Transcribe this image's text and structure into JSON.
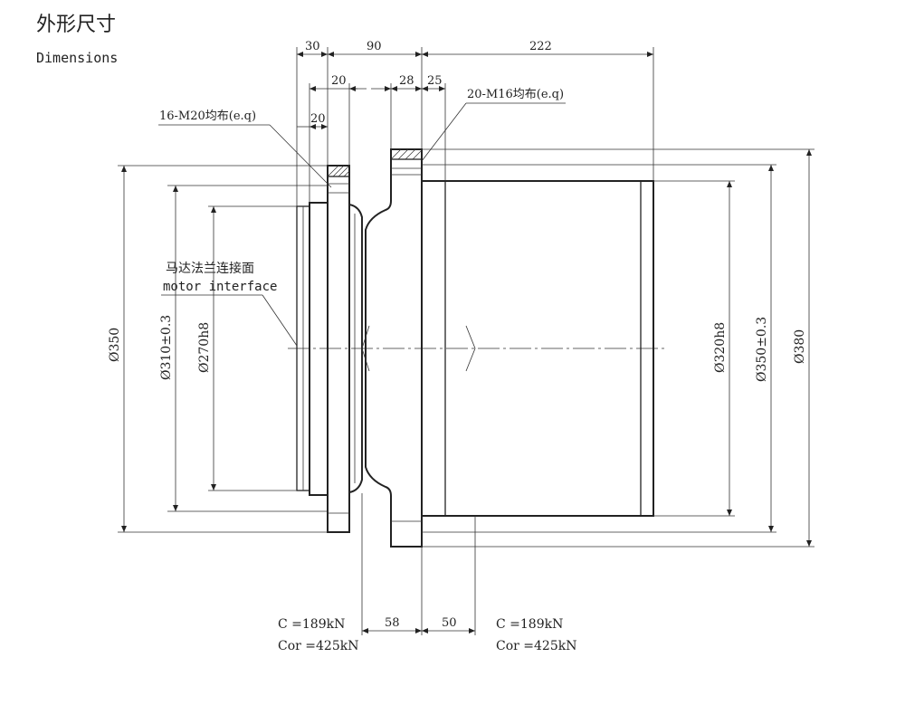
{
  "title": {
    "cn": "外形尺寸",
    "en": "Dimensions"
  },
  "top_dimensions": {
    "d30": "30",
    "d90": "90",
    "d222": "222",
    "d20_upper": "20",
    "d28": "28",
    "d25": "25",
    "d20_lower": "20"
  },
  "bolt_callouts": {
    "left": "16-M20均布(e.q)",
    "right": "20-M16均布(e.q)"
  },
  "motor_interface": {
    "cn": "马达法兰连接面",
    "en": "motor interface"
  },
  "diameters": {
    "left_outer": "Ø350",
    "left_mid": "Ø310±0.3",
    "left_inner": "Ø270h8",
    "right_inner": "Ø320h8",
    "right_mid": "Ø350±0.3",
    "right_outer": "Ø380"
  },
  "bottom_dimensions": {
    "d58": "58",
    "d50": "50"
  },
  "load_ratings": {
    "left_c": "C =189kN",
    "left_cor": "Cor =425kN",
    "right_c": "C =189kN",
    "right_cor": "Cor =425kN"
  }
}
